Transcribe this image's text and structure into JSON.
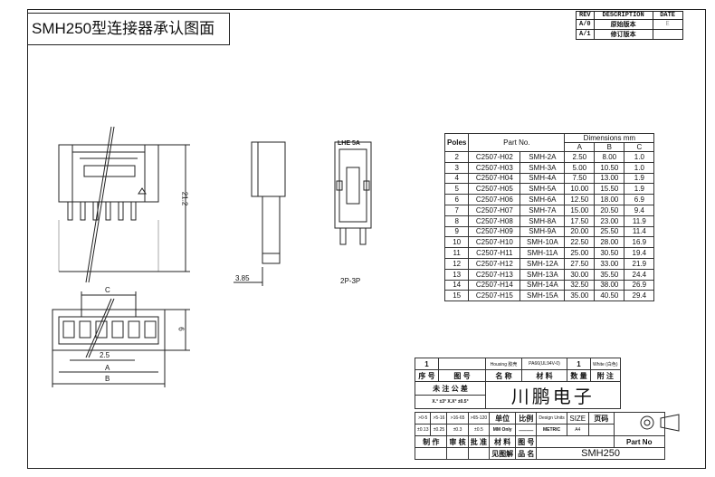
{
  "header": {
    "title": "SMH250型连接器承认图面"
  },
  "revision": {
    "headers": [
      "REV",
      "DESCRIPTION",
      "DATE"
    ],
    "rows": [
      [
        "A/0",
        "原始版本",
        "E"
      ],
      [
        "A/1",
        "修订版本",
        ""
      ]
    ]
  },
  "drawing": {
    "dim_height": "21.2",
    "dim_depth": "3.85",
    "label_2p3p": "2P-3P",
    "dim_c": "C",
    "dim_pitch": "2.5",
    "dim_a": "A",
    "dim_b": "B",
    "dim_width": "6",
    "marking": "LHE 5A"
  },
  "dimensions_table": {
    "h_poles": "Poles",
    "h_part": "Part No.",
    "h_dims": "Dimensions mm",
    "h_a": "A",
    "h_b": "B",
    "h_c": "C",
    "rows": [
      [
        "2",
        "C2507-H02",
        "SMH-2A",
        "2.50",
        "8.00",
        "1.0"
      ],
      [
        "3",
        "C2507-H03",
        "SMH-3A",
        "5.00",
        "10.50",
        "1.0"
      ],
      [
        "4",
        "C2507-H04",
        "SMH-4A",
        "7.50",
        "13.00",
        "1.9"
      ],
      [
        "5",
        "C2507-H05",
        "SMH-5A",
        "10.00",
        "15.50",
        "1.9"
      ],
      [
        "6",
        "C2507-H06",
        "SMH-6A",
        "12.50",
        "18.00",
        "6.9"
      ],
      [
        "7",
        "C2507-H07",
        "SMH-7A",
        "15.00",
        "20.50",
        "9.4"
      ],
      [
        "8",
        "C2507-H08",
        "SMH-8A",
        "17.50",
        "23.00",
        "11.9"
      ],
      [
        "9",
        "C2507-H09",
        "SMH-9A",
        "20.00",
        "25.50",
        "11.4"
      ],
      [
        "10",
        "C2507-H10",
        "SMH-10A",
        "22.50",
        "28.00",
        "16.9"
      ],
      [
        "11",
        "C2507-H11",
        "SMH-11A",
        "25.00",
        "30.50",
        "19.4"
      ],
      [
        "12",
        "C2507-H12",
        "SMH-12A",
        "27.50",
        "33.00",
        "21.9"
      ],
      [
        "13",
        "C2507-H13",
        "SMH-13A",
        "30.00",
        "35.50",
        "24.4"
      ],
      [
        "14",
        "C2507-H14",
        "SMH-14A",
        "32.50",
        "38.00",
        "26.9"
      ],
      [
        "15",
        "C2507-H15",
        "SMH-15A",
        "35.00",
        "40.50",
        "29.4"
      ]
    ]
  },
  "title_block": {
    "item_no": "1",
    "part_name": "Housing 胶壳",
    "material": "PA66(UL94V-0)",
    "qty": "1",
    "remark": "White (白色)",
    "h_seq": "序 号",
    "h_drawing": "图 号",
    "h_name": "名 称",
    "h_material": "材 料",
    "h_qty": "数 量",
    "h_remark": "附 注",
    "tol_title": "未 注 公 差",
    "tol_line": "X.° ±3°  X.X° ±0.5°",
    "company": "川鹏电子",
    "tol_ranges": [
      ">0-5",
      ">5-16",
      ">16-65",
      ">65-120"
    ],
    "tol_values": [
      "±0.13",
      "±0.25",
      "±0.3",
      "±0.5"
    ],
    "h_unit": "单位",
    "h_scale": "比例",
    "h_design_units": "Design Units",
    "h_size": "SIZE",
    "h_page": "页码",
    "unit_value": "MM Only",
    "scale_value": "——",
    "design_units_value": "METRIC",
    "size_value": "A4",
    "h_made": "制 作",
    "h_review": "审 核",
    "h_approve": "批 准",
    "h_mat2": "材 料",
    "h_drawing_no": "图 号",
    "h_part_no": "Part No",
    "h_see": "见图解",
    "h_product": "品 名",
    "part_no_value": "SMH250"
  }
}
